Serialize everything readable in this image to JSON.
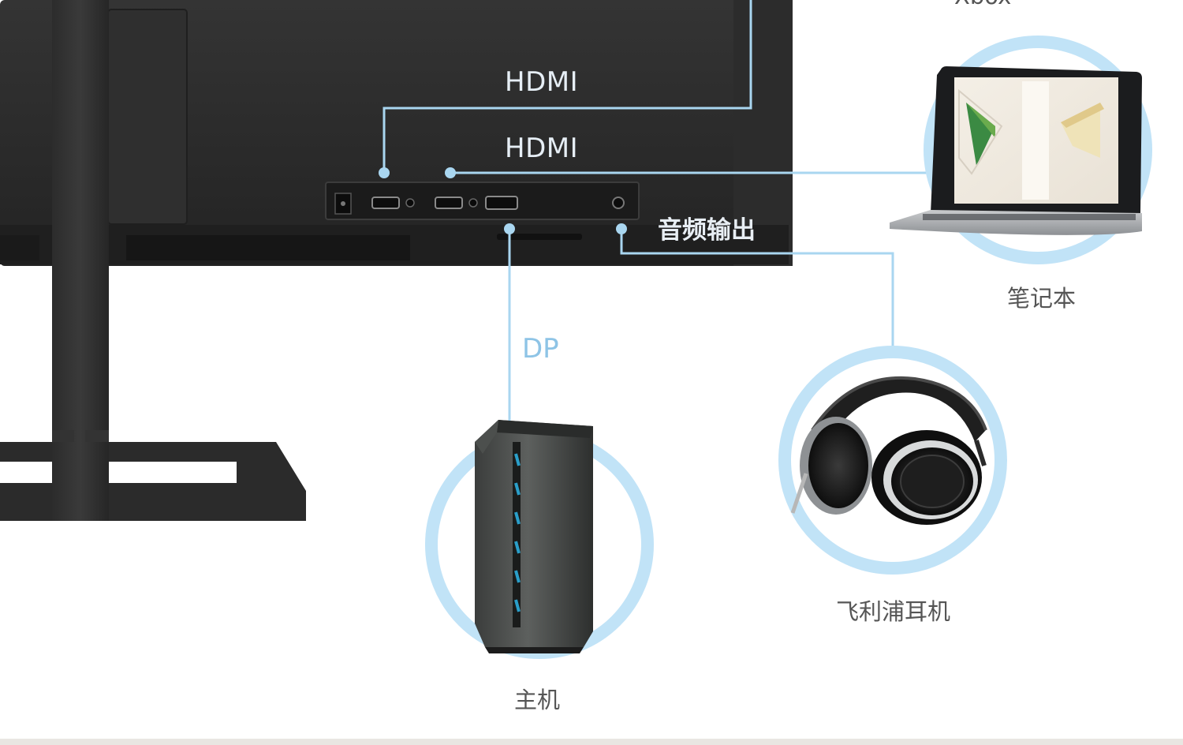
{
  "connections": {
    "hdmi_1_label": "HDMI",
    "hdmi_2_label": "HDMI",
    "dp_label": "DP",
    "audio_out_label": "音频输出"
  },
  "devices": {
    "laptop_label": "笔记本",
    "headphones_label": "飞利浦耳机",
    "pc_label": "主机",
    "top_cropped_label": "Xbox"
  },
  "colors": {
    "cable": "#a9d6f0",
    "ring": "#c1e3f7",
    "monitor": "#2a2a2a",
    "background": "#ffffff"
  }
}
